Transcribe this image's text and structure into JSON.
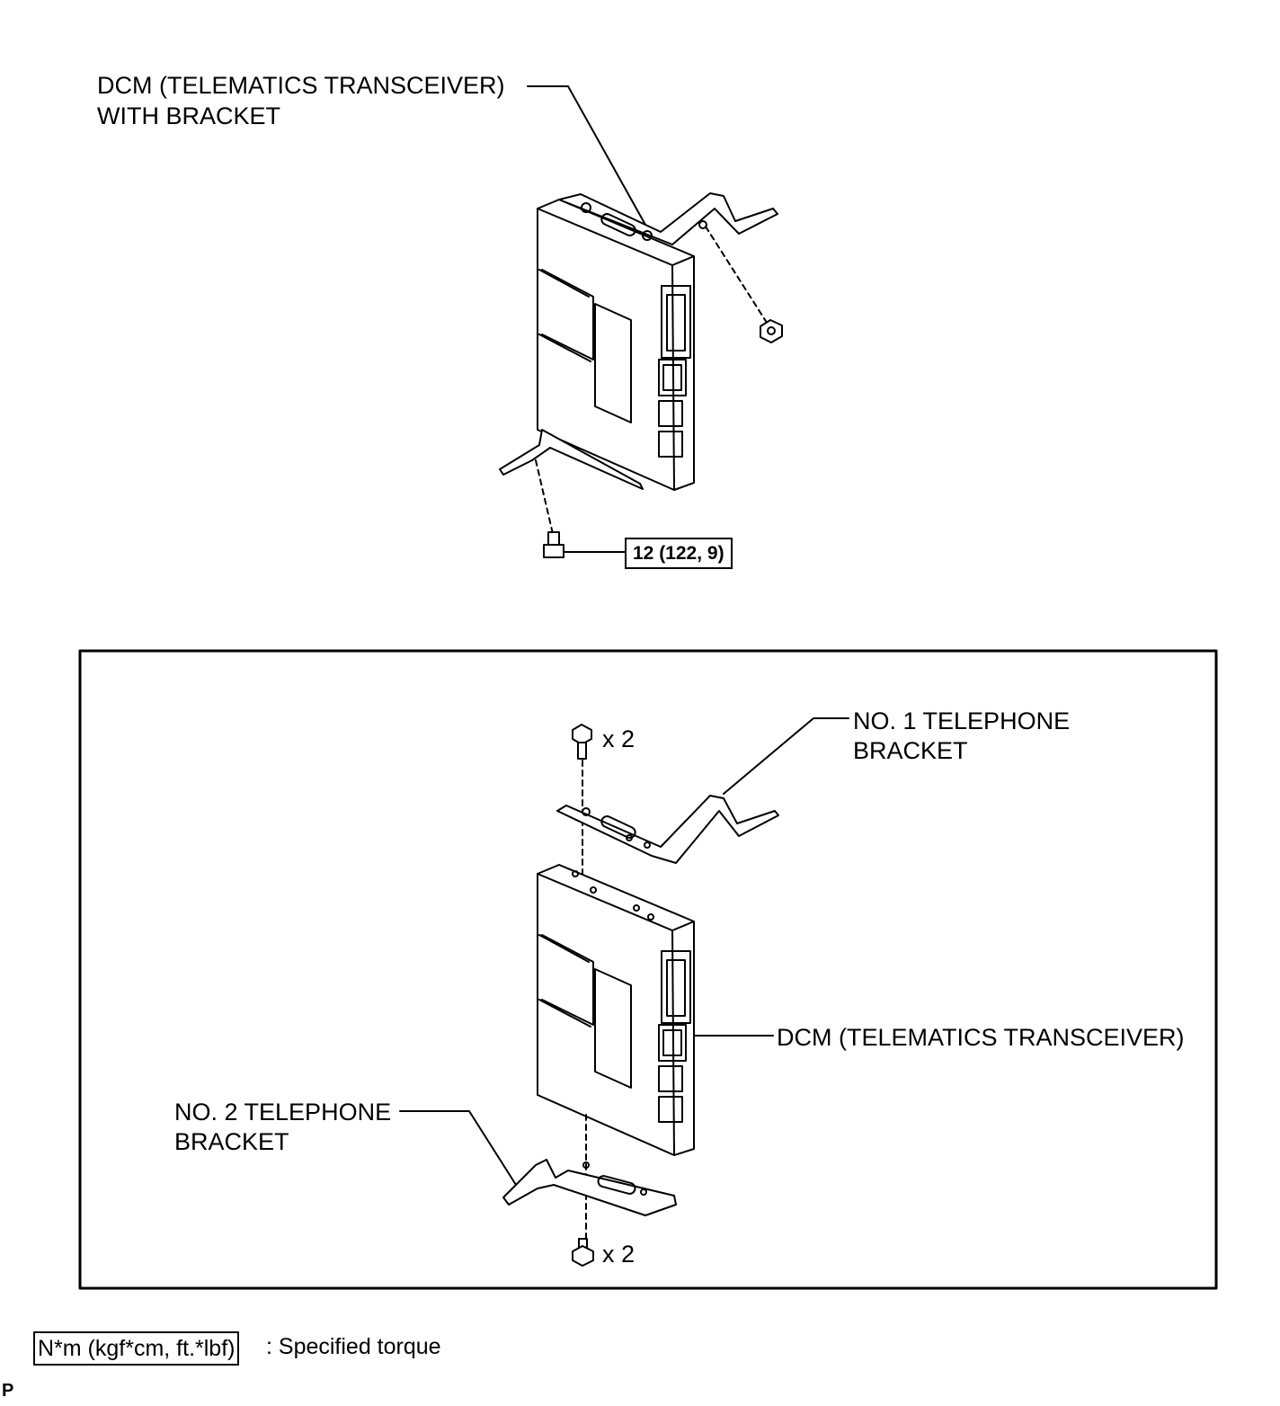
{
  "top_view": {
    "dcm_label_line1": "DCM (TELEMATICS TRANSCEIVER)",
    "dcm_label_line2": "WITH BRACKET",
    "torque_value": "12 (122, 9)"
  },
  "detail_view": {
    "bracket1_line1": "NO. 1 TELEPHONE",
    "bracket1_line2": "BRACKET",
    "bracket2_line1": "NO. 2 TELEPHONE",
    "bracket2_line2": "BRACKET",
    "dcm_label": "DCM (TELEMATICS TRANSCEIVER)",
    "bolt_qty_top": "x 2",
    "bolt_qty_bottom": "x 2"
  },
  "legend": {
    "unit_box": "N*m (kgf*cm, ft.*lbf)",
    "description": ": Specified torque"
  },
  "corner_mark": "P"
}
